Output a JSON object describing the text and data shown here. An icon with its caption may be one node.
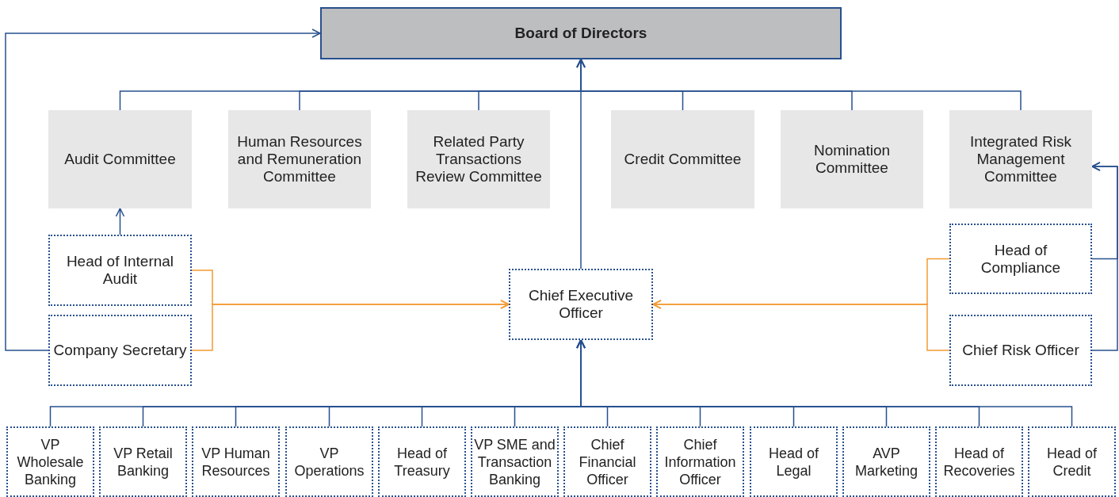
{
  "diagram": {
    "nodes": [
      {
        "text": [
          "Board of Directors"
        ]
      },
      {
        "text": [
          "Audit Committee"
        ]
      },
      {
        "text": [
          "Human Resources and Remuneration Committee"
        ]
      },
      {
        "text": [
          "Related Party Transactions Review Committee"
        ]
      },
      {
        "text": [
          "Credit Committee"
        ]
      },
      {
        "text": [
          "Nomination Committee"
        ]
      },
      {
        "text": [
          "Integrated Risk Management Committee"
        ]
      },
      {
        "text": [
          "Head of Internal Audit"
        ]
      },
      {
        "text": [
          "Company Secretary"
        ]
      },
      {
        "text": [
          "Chief Executive Officer"
        ]
      },
      {
        "text": [
          "Head of Compliance"
        ]
      },
      {
        "text": [
          "Chief Risk Officer"
        ]
      },
      {
        "text": [
          "VP Wholesale Banking"
        ]
      },
      {
        "text": [
          "VP Retail Banking"
        ]
      },
      {
        "text": [
          "VP Human Resources"
        ]
      },
      {
        "text": [
          "VP Operations"
        ]
      },
      {
        "text": [
          "Head of Treasury"
        ]
      },
      {
        "text": [
          "VP SME and Transaction Banking"
        ]
      },
      {
        "text": [
          "Chief Financial Officer"
        ]
      },
      {
        "text": [
          "Chief Information Officer"
        ]
      },
      {
        "text": [
          "Head of Legal"
        ]
      },
      {
        "text": [
          "AVP Marketing"
        ]
      },
      {
        "text": [
          "Head of Recoveries"
        ]
      },
      {
        "text": [
          "Head of Credit"
        ]
      }
    ],
    "edges": [
      {
        "from": 1,
        "to": 0,
        "arrow": "to"
      },
      {
        "from": 2,
        "to": 0,
        "arrow": "to"
      },
      {
        "from": 3,
        "to": 0,
        "arrow": "to"
      },
      {
        "from": 4,
        "to": 0,
        "arrow": "to"
      },
      {
        "from": 5,
        "to": 0,
        "arrow": "to"
      },
      {
        "from": 6,
        "to": 0,
        "arrow": "to"
      },
      {
        "from": 9,
        "to": 0,
        "arrow": "to"
      },
      {
        "from": 7,
        "to": 1,
        "arrow": "to"
      },
      {
        "from": 8,
        "to": 0,
        "arrow": "to"
      },
      {
        "from": 7,
        "to": 9,
        "arrow": "to",
        "color": "#f39a33"
      },
      {
        "from": 8,
        "to": 9,
        "arrow": "to",
        "color": "#f39a33"
      },
      {
        "from": 10,
        "to": 9,
        "arrow": "to",
        "color": "#f39a33"
      },
      {
        "from": 11,
        "to": 9,
        "arrow": "to",
        "color": "#f39a33"
      },
      {
        "from": 10,
        "to": 6,
        "arrow": "to"
      },
      {
        "from": 11,
        "to": 6,
        "arrow": "to"
      },
      {
        "from": 12,
        "to": 9,
        "arrow": "to"
      },
      {
        "from": 13,
        "to": 9,
        "arrow": "to"
      },
      {
        "from": 14,
        "to": 9,
        "arrow": "to"
      },
      {
        "from": 15,
        "to": 9,
        "arrow": "to"
      },
      {
        "from": 16,
        "to": 9,
        "arrow": "to"
      },
      {
        "from": 17,
        "to": 9,
        "arrow": "to"
      },
      {
        "from": 18,
        "to": 9,
        "arrow": "to"
      },
      {
        "from": 19,
        "to": 9,
        "arrow": "to"
      },
      {
        "from": 20,
        "to": 9,
        "arrow": "to"
      },
      {
        "from": 21,
        "to": 9,
        "arrow": "to"
      },
      {
        "from": 22,
        "to": 9,
        "arrow": "to"
      },
      {
        "from": 23,
        "to": 9,
        "arrow": "to"
      }
    ]
  }
}
